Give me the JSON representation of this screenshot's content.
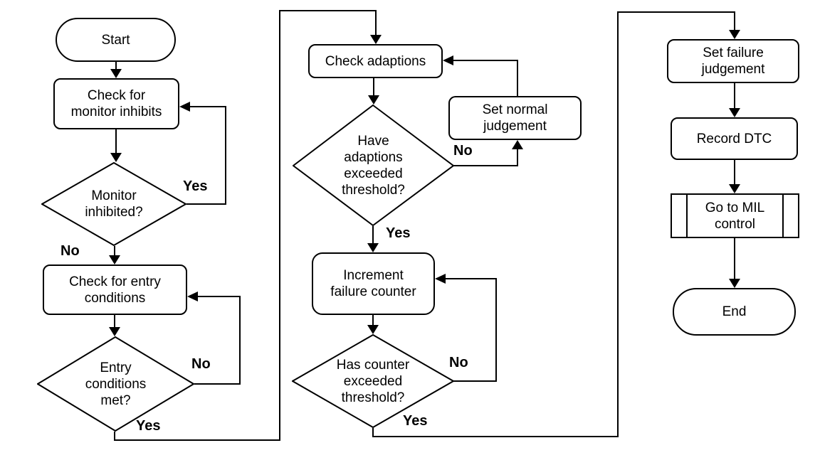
{
  "flowchart": {
    "background": "#ffffff",
    "stroke_color": "#000000",
    "text_color": "#000000",
    "nodes": {
      "start": {
        "type": "terminator",
        "label": "Start"
      },
      "check_monitor_inhibits": {
        "type": "process",
        "label": "Check for\nmonitor inhibits"
      },
      "monitor_inhibited": {
        "type": "decision",
        "label": "Monitor\ninhibited?"
      },
      "check_entry_conditions": {
        "type": "process",
        "label": "Check for entry\nconditions"
      },
      "entry_conditions_met": {
        "type": "decision",
        "label": "Entry\nconditions\nmet?"
      },
      "check_adaptions": {
        "type": "process",
        "label": "Check adaptions"
      },
      "adaptions_exceeded": {
        "type": "decision",
        "label": "Have\nadaptions\nexceeded\nthreshold?"
      },
      "set_normal_judgement": {
        "type": "process",
        "label": "Set normal\njudgement"
      },
      "increment_failure_counter": {
        "type": "process",
        "label": "Increment\nfailure counter"
      },
      "counter_exceeded": {
        "type": "decision",
        "label": "Has counter\nexceeded\nthreshold?"
      },
      "set_failure_judgement": {
        "type": "process",
        "label": "Set failure\njudgement"
      },
      "record_dtc": {
        "type": "process",
        "label": "Record DTC"
      },
      "go_to_mil_control": {
        "type": "predefined_process",
        "label": "Go to MIL\ncontrol"
      },
      "end": {
        "type": "terminator",
        "label": "End"
      }
    },
    "edges": [
      {
        "from": "start",
        "to": "check_monitor_inhibits",
        "label": ""
      },
      {
        "from": "check_monitor_inhibits",
        "to": "monitor_inhibited",
        "label": ""
      },
      {
        "from": "monitor_inhibited",
        "to": "check_monitor_inhibits",
        "label": "Yes"
      },
      {
        "from": "monitor_inhibited",
        "to": "check_entry_conditions",
        "label": "No"
      },
      {
        "from": "check_entry_conditions",
        "to": "entry_conditions_met",
        "label": ""
      },
      {
        "from": "entry_conditions_met",
        "to": "check_entry_conditions",
        "label": "No"
      },
      {
        "from": "entry_conditions_met",
        "to": "check_adaptions",
        "label": "Yes"
      },
      {
        "from": "check_adaptions",
        "to": "adaptions_exceeded",
        "label": ""
      },
      {
        "from": "adaptions_exceeded",
        "to": "set_normal_judgement",
        "label": "No"
      },
      {
        "from": "set_normal_judgement",
        "to": "check_adaptions",
        "label": ""
      },
      {
        "from": "adaptions_exceeded",
        "to": "increment_failure_counter",
        "label": "Yes"
      },
      {
        "from": "increment_failure_counter",
        "to": "counter_exceeded",
        "label": ""
      },
      {
        "from": "counter_exceeded",
        "to": "increment_failure_counter",
        "label": "No"
      },
      {
        "from": "counter_exceeded",
        "to": "set_failure_judgement",
        "label": "Yes"
      },
      {
        "from": "set_failure_judgement",
        "to": "record_dtc",
        "label": ""
      },
      {
        "from": "record_dtc",
        "to": "go_to_mil_control",
        "label": ""
      },
      {
        "from": "go_to_mil_control",
        "to": "end",
        "label": ""
      }
    ]
  }
}
